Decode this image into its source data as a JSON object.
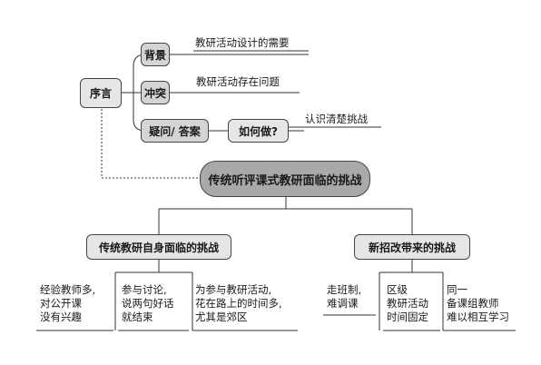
{
  "root": {
    "label": "序言"
  },
  "branches": {
    "background": {
      "label": "背景",
      "note": "教研活动设计的需要"
    },
    "conflict": {
      "label": "冲突",
      "note": "教研活动存在问题"
    },
    "question": {
      "label": "疑问/ 答案",
      "sub_label": "如何做?",
      "note": "认识清楚挑战"
    }
  },
  "main_challenge": {
    "label": "传统听评课式教研面临的挑战"
  },
  "groups": [
    {
      "label": "传统教研自身面临的挑战",
      "items": [
        {
          "lines": [
            "经验教师多,",
            "对公开课",
            "没有兴趣"
          ]
        },
        {
          "lines": [
            "参与讨论,",
            "说两句好话",
            "就结束"
          ]
        },
        {
          "lines": [
            "为参与教研活动,",
            "花在路上的时间多,",
            "尤其是郊区"
          ]
        }
      ]
    },
    {
      "label": "新招改带来的挑战",
      "items": [
        {
          "lines": [
            "走班制,",
            "难调课"
          ]
        },
        {
          "lines": [
            "区级",
            "教研活动",
            "时间固定"
          ]
        },
        {
          "lines": [
            "同一",
            "备课组教师",
            "难以相互学习"
          ]
        }
      ]
    }
  ]
}
